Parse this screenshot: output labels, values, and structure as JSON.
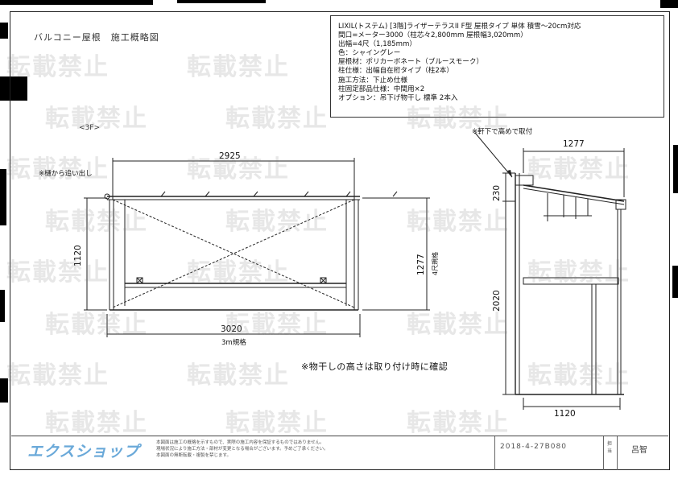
{
  "header": {
    "title": "バルコニー屋根　施工概略図"
  },
  "spec": {
    "lines": [
      "LIXIL(トステム) [3階]ライザーテラスII F型 屋根タイプ 単体 積雪～20cm対応",
      "間口=メーター3000（柱芯々2,800mm 屋根幅3,020mm）",
      "出幅=4尺（1,185mm）",
      "色：シャイングレー",
      "屋根材：ポリカーボネート（ブルースモーク）",
      "柱仕様：出幅自在桁タイプ（柱2本）",
      "施工方法：下止め仕様",
      "柱固定部品仕様：中間用×2",
      "オプション：吊下げ物干し 標準 2本入"
    ]
  },
  "plan": {
    "floor_label": "<3F>",
    "callout_left": "※樋から追い出し",
    "dim_top": "2925",
    "dim_left": "1120",
    "dim_right": "1277",
    "dim_right_sub": "4尺規格",
    "dim_bottom": "3020",
    "dim_bottom_sub": "3m規格"
  },
  "side": {
    "callout_top": "※軒下で高めで取付",
    "dim_top": "1277",
    "dim_upper": "230",
    "dim_height": "2020",
    "dim_bottom": "1120"
  },
  "note": "※物干しの高さは取り付け時に確認",
  "watermark": "転載禁止",
  "footer": {
    "logo": "エクスショップ",
    "fine_print": [
      "本図面は施工の概略を示すもので、実際の施工内容を保証するものではありません。",
      "現場状況により施工方法・部材が変更となる場合がございます。予めご了承ください。",
      "本図面の無断転載・複製を禁じます。"
    ],
    "date": "2018-4-27B080",
    "stamp_label": "担当",
    "stamp_name": "呂智"
  }
}
